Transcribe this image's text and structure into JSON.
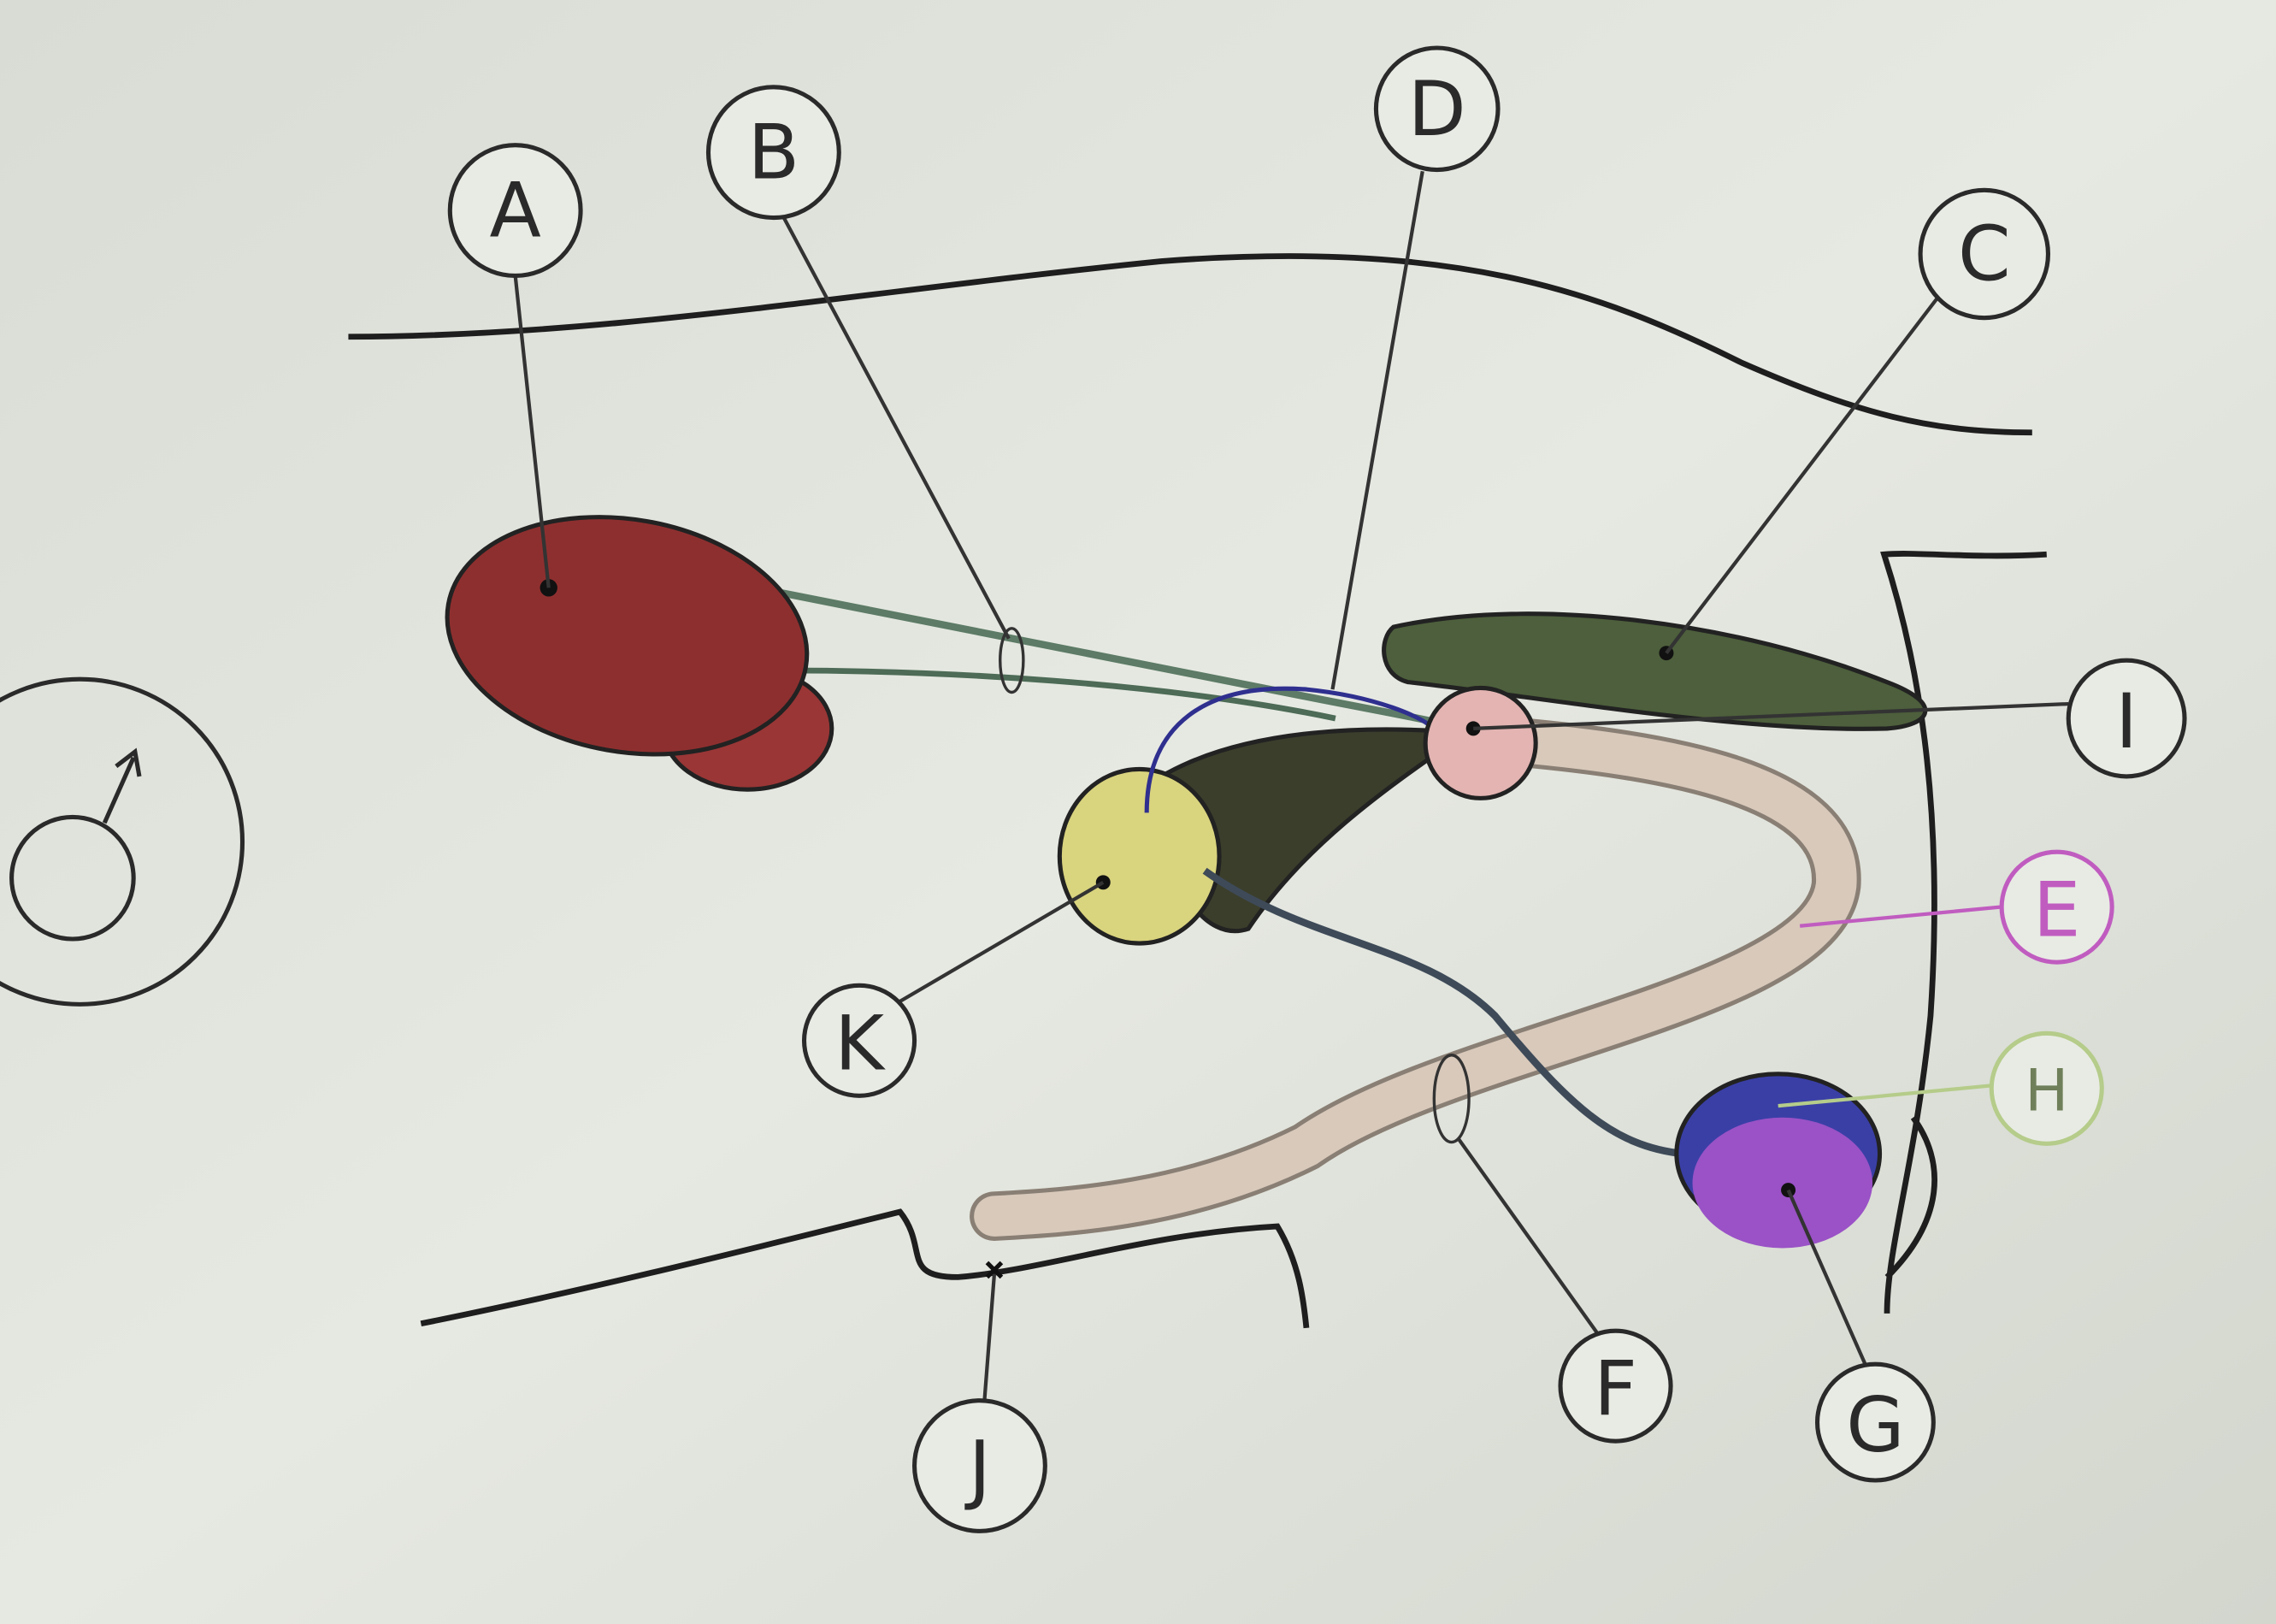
{
  "diagram": {
    "symbol": "male-symbol",
    "labels": {
      "A": "A",
      "B": "B",
      "C": "C",
      "D": "D",
      "E": "E",
      "F": "F",
      "G": "G",
      "H": "H",
      "I": "I",
      "J": "J",
      "K": "K"
    },
    "colors": {
      "A": "#8e2f2f",
      "C": "#4d5f3c",
      "I": "#e3b4b2",
      "K": "#d9d47e",
      "G": "#9a52c6",
      "G_rim": "#3a3fa6",
      "bladder": "#3b3e2b",
      "urethra": "#d8c9bb",
      "E_label": "#c05cc0",
      "H_label": "#b5cc8a"
    }
  }
}
